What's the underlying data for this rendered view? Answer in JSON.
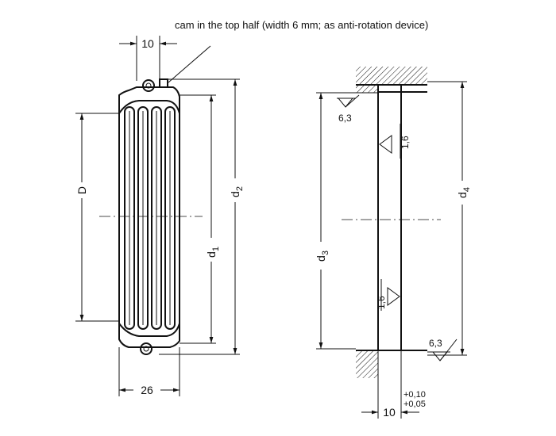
{
  "caption": "cam in the top half (width 6 mm; as anti-rotation device)",
  "left_view": {
    "dim_top_width": "10",
    "dim_bottom_width": "26",
    "dim_D": "D",
    "dim_d1": "d",
    "dim_d1_sub": "1",
    "dim_d2": "d",
    "dim_d2_sub": "2"
  },
  "right_view": {
    "dim_d3": "d",
    "dim_d3_sub": "3",
    "dim_d4": "d",
    "dim_d4_sub": "4",
    "roughness_top": "6,3",
    "roughness_bottom": "6,3",
    "roughness_mid_top": "1,6",
    "roughness_mid_bottom": "1,6",
    "tol_upper": "+0,10",
    "tol_lower": "+0,05",
    "dim_groove_width": "10"
  }
}
